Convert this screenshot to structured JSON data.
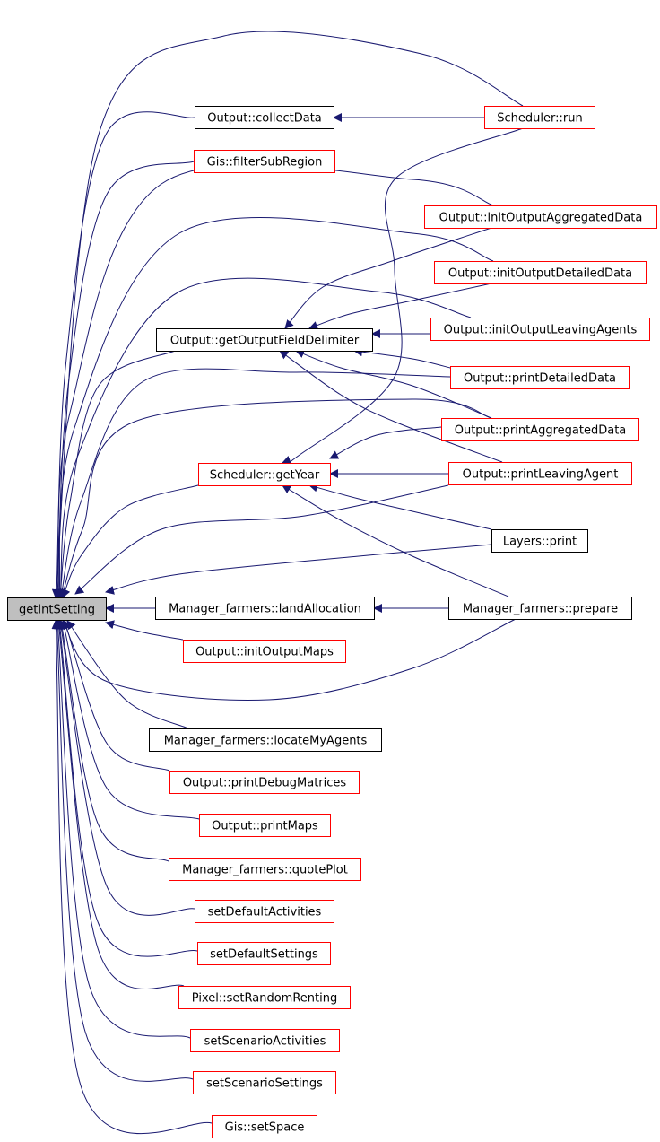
{
  "graph": {
    "root": {
      "id": "getIntSetting",
      "label": "getIntSetting"
    },
    "nodes": [
      {
        "id": "Output::collectData",
        "label": "Output::collectData",
        "border": "black"
      },
      {
        "id": "Scheduler::run",
        "label": "Scheduler::run",
        "border": "red"
      },
      {
        "id": "Gis::filterSubRegion",
        "label": "Gis::filterSubRegion",
        "border": "red"
      },
      {
        "id": "Output::initOutputAggregatedData",
        "label": "Output::initOutputAggregatedData",
        "border": "red"
      },
      {
        "id": "Output::initOutputDetailedData",
        "label": "Output::initOutputDetailedData",
        "border": "red"
      },
      {
        "id": "Output::getOutputFieldDelimiter",
        "label": "Output::getOutputFieldDelimiter",
        "border": "black"
      },
      {
        "id": "Output::initOutputLeavingAgents",
        "label": "Output::initOutputLeavingAgents",
        "border": "red"
      },
      {
        "id": "Output::printDetailedData",
        "label": "Output::printDetailedData",
        "border": "red"
      },
      {
        "id": "Output::printAggregatedData",
        "label": "Output::printAggregatedData",
        "border": "red"
      },
      {
        "id": "Scheduler::getYear",
        "label": "Scheduler::getYear",
        "border": "red"
      },
      {
        "id": "Output::printLeavingAgent",
        "label": "Output::printLeavingAgent",
        "border": "red"
      },
      {
        "id": "Layers::print",
        "label": "Layers::print",
        "border": "black"
      },
      {
        "id": "Manager_farmers::landAllocation",
        "label": "Manager_farmers::landAllocation",
        "border": "black"
      },
      {
        "id": "Manager_farmers::prepare",
        "label": "Manager_farmers::prepare",
        "border": "black"
      },
      {
        "id": "Output::initOutputMaps",
        "label": "Output::initOutputMaps",
        "border": "red"
      },
      {
        "id": "Manager_farmers::locateMyAgents",
        "label": "Manager_farmers::locateMyAgents",
        "border": "black"
      },
      {
        "id": "Output::printDebugMatrices",
        "label": "Output::printDebugMatrices",
        "border": "red"
      },
      {
        "id": "Output::printMaps",
        "label": "Output::printMaps",
        "border": "red"
      },
      {
        "id": "Manager_farmers::quotePlot",
        "label": "Manager_farmers::quotePlot",
        "border": "red"
      },
      {
        "id": "setDefaultActivities",
        "label": "setDefaultActivities",
        "border": "red"
      },
      {
        "id": "setDefaultSettings",
        "label": "setDefaultSettings",
        "border": "red"
      },
      {
        "id": "Pixel::setRandomRenting",
        "label": "Pixel::setRandomRenting",
        "border": "red"
      },
      {
        "id": "setScenarioActivities",
        "label": "setScenarioActivities",
        "border": "red"
      },
      {
        "id": "setScenarioSettings",
        "label": "setScenarioSettings",
        "border": "red"
      },
      {
        "id": "Gis::setSpace",
        "label": "Gis::setSpace",
        "border": "red"
      }
    ],
    "edges": [
      {
        "from": "Output::collectData",
        "to": "getIntSetting"
      },
      {
        "from": "Scheduler::run",
        "to": "getIntSetting"
      },
      {
        "from": "Gis::filterSubRegion",
        "to": "getIntSetting"
      },
      {
        "from": "Output::initOutputAggregatedData",
        "to": "getIntSetting"
      },
      {
        "from": "Output::initOutputDetailedData",
        "to": "getIntSetting"
      },
      {
        "from": "Output::getOutputFieldDelimiter",
        "to": "getIntSetting"
      },
      {
        "from": "Output::initOutputLeavingAgents",
        "to": "getIntSetting"
      },
      {
        "from": "Output::printDetailedData",
        "to": "getIntSetting"
      },
      {
        "from": "Output::printAggregatedData",
        "to": "getIntSetting"
      },
      {
        "from": "Scheduler::getYear",
        "to": "getIntSetting"
      },
      {
        "from": "Output::printLeavingAgent",
        "to": "getIntSetting"
      },
      {
        "from": "Layers::print",
        "to": "getIntSetting"
      },
      {
        "from": "Manager_farmers::landAllocation",
        "to": "getIntSetting"
      },
      {
        "from": "Manager_farmers::prepare",
        "to": "getIntSetting"
      },
      {
        "from": "Output::initOutputMaps",
        "to": "getIntSetting"
      },
      {
        "from": "Manager_farmers::locateMyAgents",
        "to": "getIntSetting"
      },
      {
        "from": "Output::printDebugMatrices",
        "to": "getIntSetting"
      },
      {
        "from": "Output::printMaps",
        "to": "getIntSetting"
      },
      {
        "from": "Manager_farmers::quotePlot",
        "to": "getIntSetting"
      },
      {
        "from": "setDefaultActivities",
        "to": "getIntSetting"
      },
      {
        "from": "setDefaultSettings",
        "to": "getIntSetting"
      },
      {
        "from": "Pixel::setRandomRenting",
        "to": "getIntSetting"
      },
      {
        "from": "setScenarioActivities",
        "to": "getIntSetting"
      },
      {
        "from": "setScenarioSettings",
        "to": "getIntSetting"
      },
      {
        "from": "Gis::setSpace",
        "to": "getIntSetting"
      },
      {
        "from": "Scheduler::run",
        "to": "Output::collectData"
      },
      {
        "from": "Output::initOutputAggregatedData",
        "to": "Output::getOutputFieldDelimiter"
      },
      {
        "from": "Output::initOutputDetailedData",
        "to": "Output::getOutputFieldDelimiter"
      },
      {
        "from": "Output::initOutputLeavingAgents",
        "to": "Output::getOutputFieldDelimiter"
      },
      {
        "from": "Output::printDetailedData",
        "to": "Output::getOutputFieldDelimiter"
      },
      {
        "from": "Output::printAggregatedData",
        "to": "Output::getOutputFieldDelimiter"
      },
      {
        "from": "Output::printLeavingAgent",
        "to": "Output::getOutputFieldDelimiter"
      },
      {
        "from": "Scheduler::run",
        "to": "Scheduler::getYear"
      },
      {
        "from": "Output::printAggregatedData",
        "to": "Scheduler::getYear"
      },
      {
        "from": "Output::printLeavingAgent",
        "to": "Scheduler::getYear"
      },
      {
        "from": "Layers::print",
        "to": "Scheduler::getYear"
      },
      {
        "from": "Manager_farmers::prepare",
        "to": "Scheduler::getYear"
      },
      {
        "from": "Manager_farmers::prepare",
        "to": "Manager_farmers::landAllocation"
      }
    ],
    "colors": {
      "edge": "#191970",
      "root_fill": "#bfbfbf",
      "border_red": "#ff0000",
      "border_black": "#000000"
    }
  }
}
